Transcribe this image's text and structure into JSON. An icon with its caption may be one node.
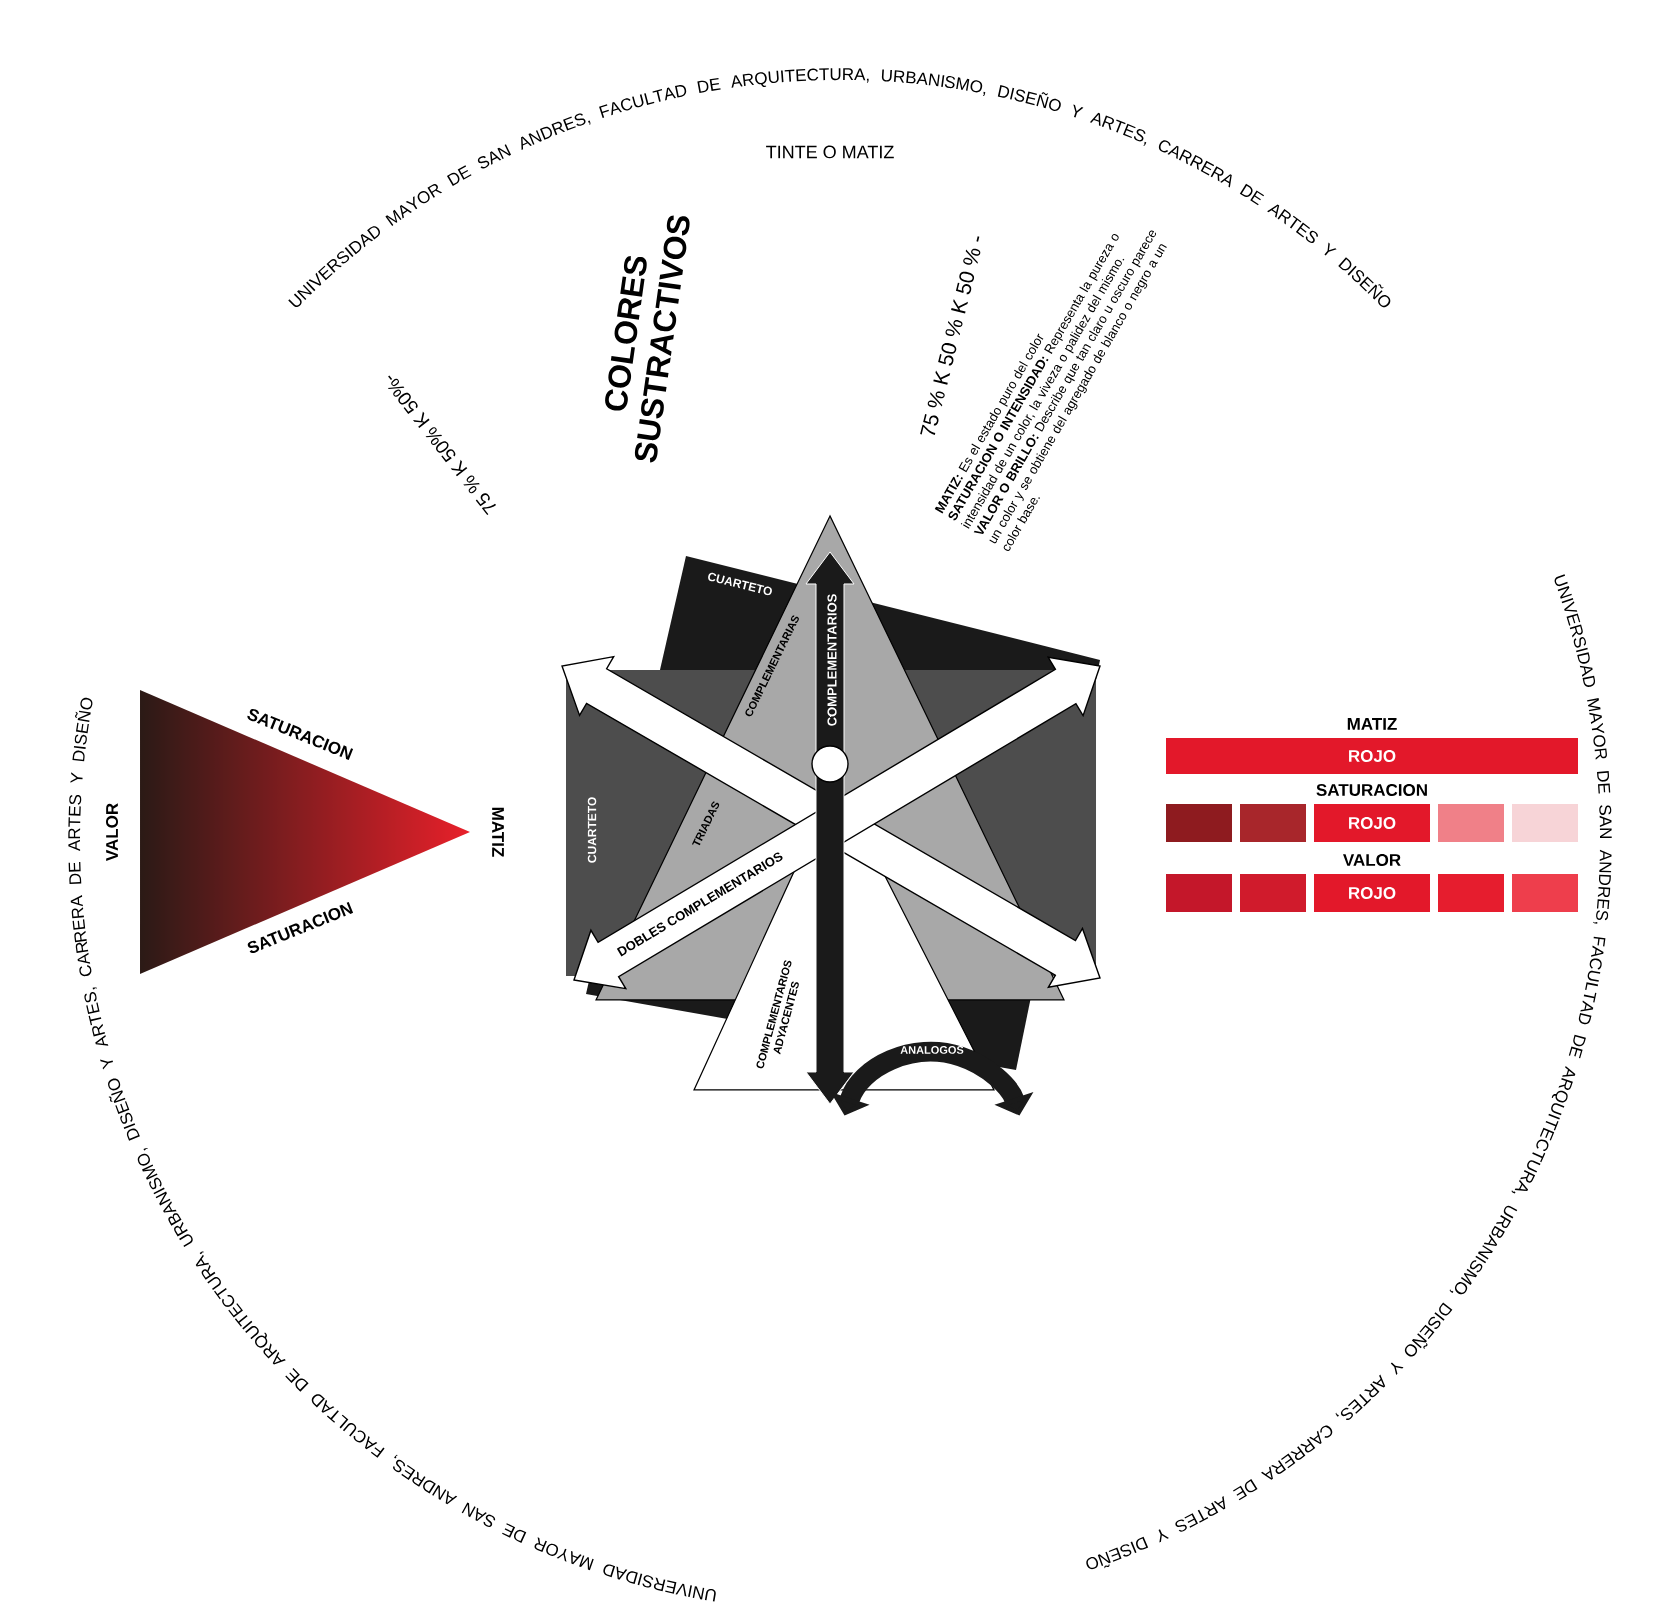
{
  "diagram": {
    "nodes": [
      {
        "text": [
          "MATIZ",
          "ROJO"
        ]
      },
      {
        "text": [],
        "shape": "box"
      },
      {
        "text": [],
        "shape": "box"
      },
      {
        "text": [
          "SATURACION",
          "ROJO"
        ]
      },
      {
        "text": [],
        "shape": "box"
      },
      {
        "text": [],
        "shape": "box"
      },
      {
        "text": [],
        "shape": "box"
      },
      {
        "text": [],
        "shape": "box"
      },
      {
        "text": [
          "VALOR",
          "ROJO"
        ]
      },
      {
        "text": [],
        "shape": "box"
      },
      {
        "text": [],
        "shape": "box"
      }
    ],
    "labels": [
      "UNIVERSIDAD MAYOR DE SAN ANDRES, FACULTAD DE ARQUITECTURA, URBANISMO, DISEÑO Y ARTES, CARRERA DE ARTES Y DISEÑO",
      "TINTE O MATIZ",
      "COLORES SUSTRACTIVOS",
      "75 % K 50% K 50%-",
      "75 % K 50 % K 50 % -",
      "**MATIZ:** Es el estado puro del color",
      "**SATURACION O INTENSIDAD:** Representa la pureza o intensidad de un color, la viveza o palidez del mismo.",
      "**VALOR O BRILLO:** Describe que tan claro u oscuro parece un color y se obtiene del agregado de blanco o negro a un color base.",
      "UNIVERSIDAD MAYOR DE SAN ANDRES, FACULTAD DE ARQUITECTURA, URBANISMO, DISEÑO Y ARTES, CARRERA DE ARTES Y DISEÑO",
      "SATURACION",
      "VALOR",
      "MATIZ",
      "SATURACION",
      "CUARTETO",
      "COMPLEMENTARIAS",
      "COMPLEMENTARIOS",
      "CUARTETO",
      "TRIADAS",
      "DOBLES COMPLEMENTARIOS",
      "COMPLEMENTARIOS ADYACENTES",
      "ANALOGOS",
      "UNIVERSIDAD MAYOR DE SAN ANDRES, FACULTAD DE ARQUITECTURA, URBANISMO, DISEÑO Y ARTES, CARRERA DE ARTES Y DISEÑO"
    ]
  }
}
